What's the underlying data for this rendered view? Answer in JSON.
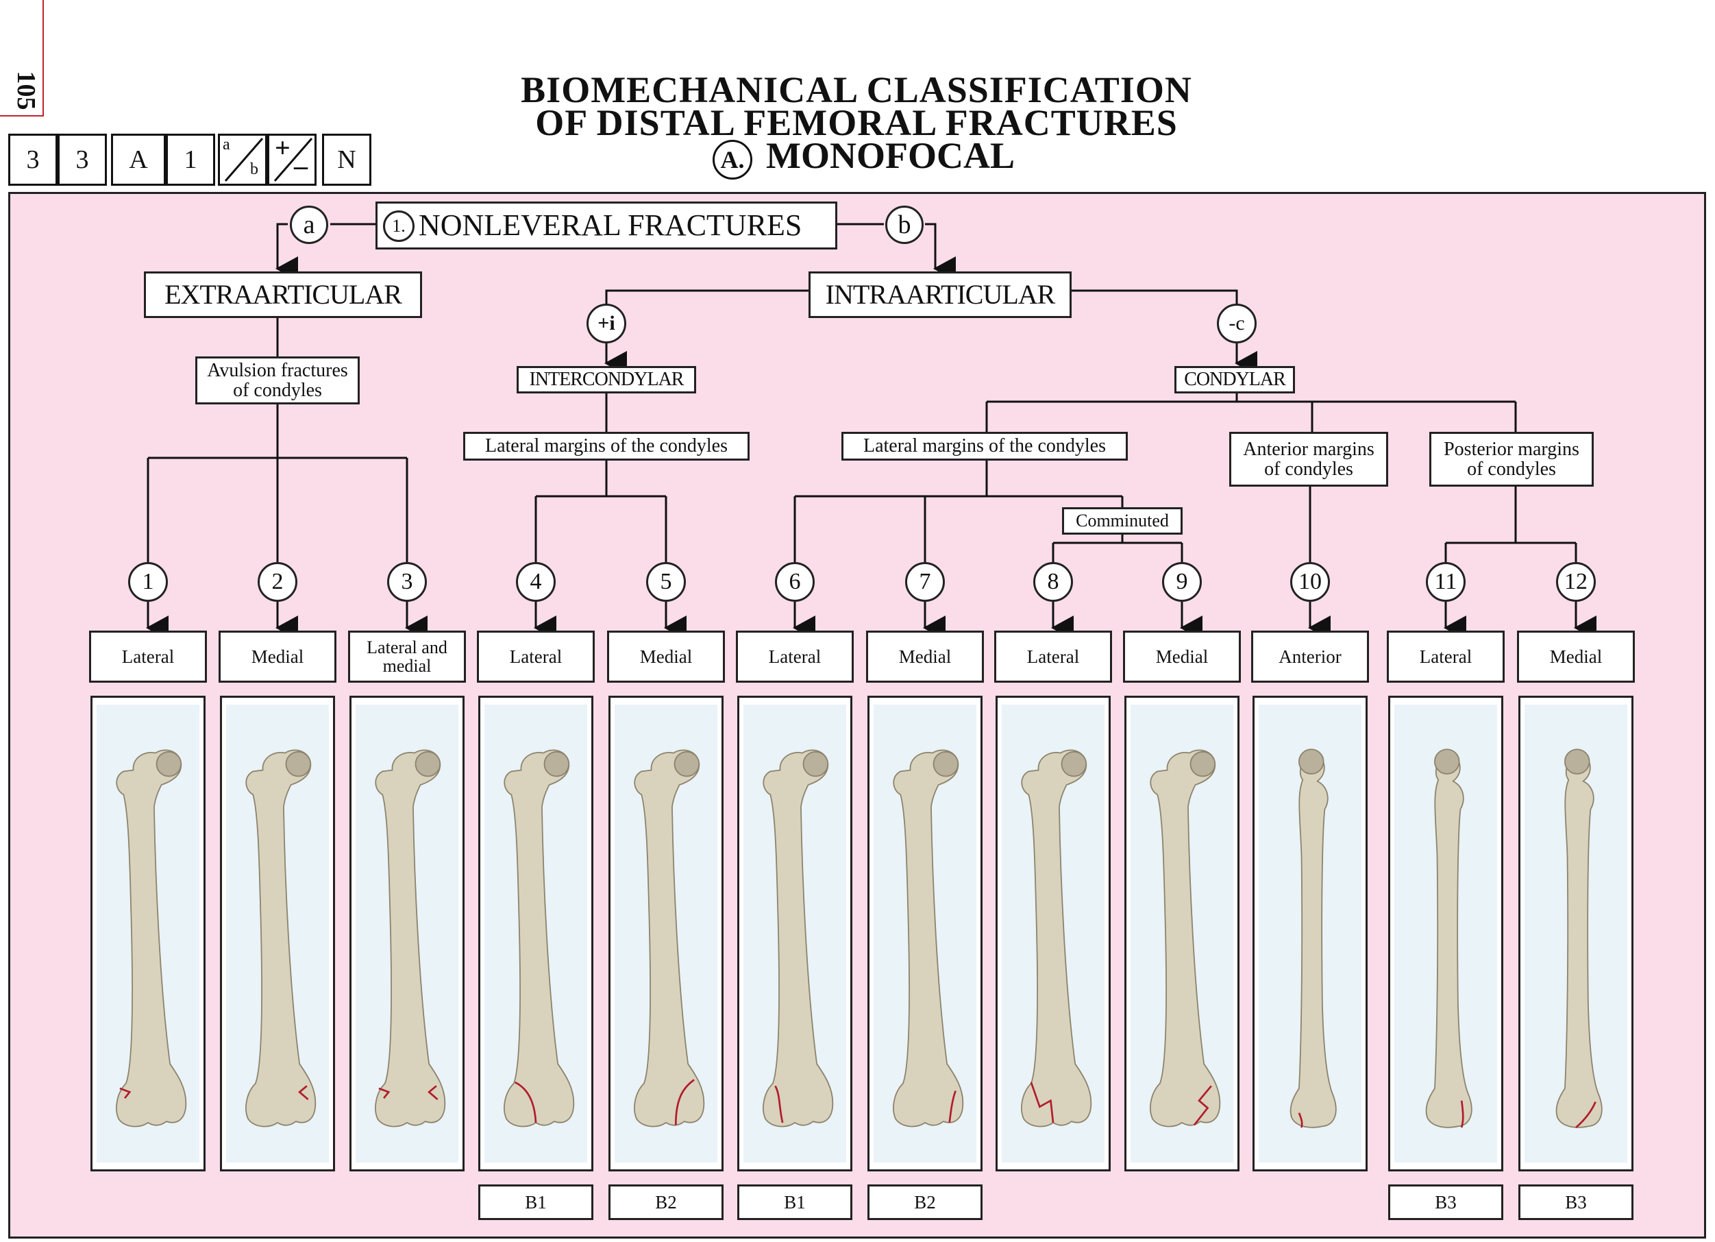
{
  "page_number": "105",
  "codes": [
    "3",
    "3",
    "A",
    "1",
    "a",
    "b",
    "+",
    "–",
    "N"
  ],
  "title": {
    "line1": "BIOMECHANICAL CLASSIFICATION",
    "line2": "OF DISTAL FEMORAL FRACTURES",
    "line3_letter": "A.",
    "line3_text": "MONOFOCAL"
  },
  "tree": {
    "root_num": "1.",
    "root_text": "NONLEVERAL FRACTURES",
    "branch_a": "a",
    "branch_b": "b",
    "extra": "EXTRAARTICULAR",
    "intra": "INTRAARTICULAR",
    "avulsion_line1": "Avulsion fractures",
    "avulsion_line2": "of condyles",
    "plus_i": "+i",
    "minus_c": "-c",
    "intercondylar": "INTERCONDYLAR",
    "condylar": "CONDYLAR",
    "lat_margins_1": "Lateral margins of the condyles",
    "lat_margins_2": "Lateral margins of the condyles",
    "anterior_line1": "Anterior margins",
    "anterior_line2": "of condyles",
    "posterior_line1": "Posterior margins",
    "posterior_line2": "of condyles",
    "comminuted": "Comminuted"
  },
  "items": [
    {
      "num": "1",
      "label": "Lateral",
      "b": ""
    },
    {
      "num": "2",
      "label": "Medial",
      "b": ""
    },
    {
      "num": "3",
      "label": "Lateral and medial",
      "b": ""
    },
    {
      "num": "4",
      "label": "Lateral",
      "b": "B1"
    },
    {
      "num": "5",
      "label": "Medial",
      "b": "B2"
    },
    {
      "num": "6",
      "label": "Lateral",
      "b": "B1"
    },
    {
      "num": "7",
      "label": "Medial",
      "b": "B2"
    },
    {
      "num": "8",
      "label": "Lateral",
      "b": ""
    },
    {
      "num": "9",
      "label": "Medial",
      "b": ""
    },
    {
      "num": "10",
      "label": "Anterior",
      "b": ""
    },
    {
      "num": "11",
      "label": "Lateral",
      "b": "B3"
    },
    {
      "num": "12",
      "label": "Medial",
      "b": "B3"
    }
  ],
  "colors": {
    "panel": "#fbdde9",
    "bone": "#d9d2bd",
    "fracture_line": "#b01c2a",
    "page_tab_line": "#c0242c"
  }
}
